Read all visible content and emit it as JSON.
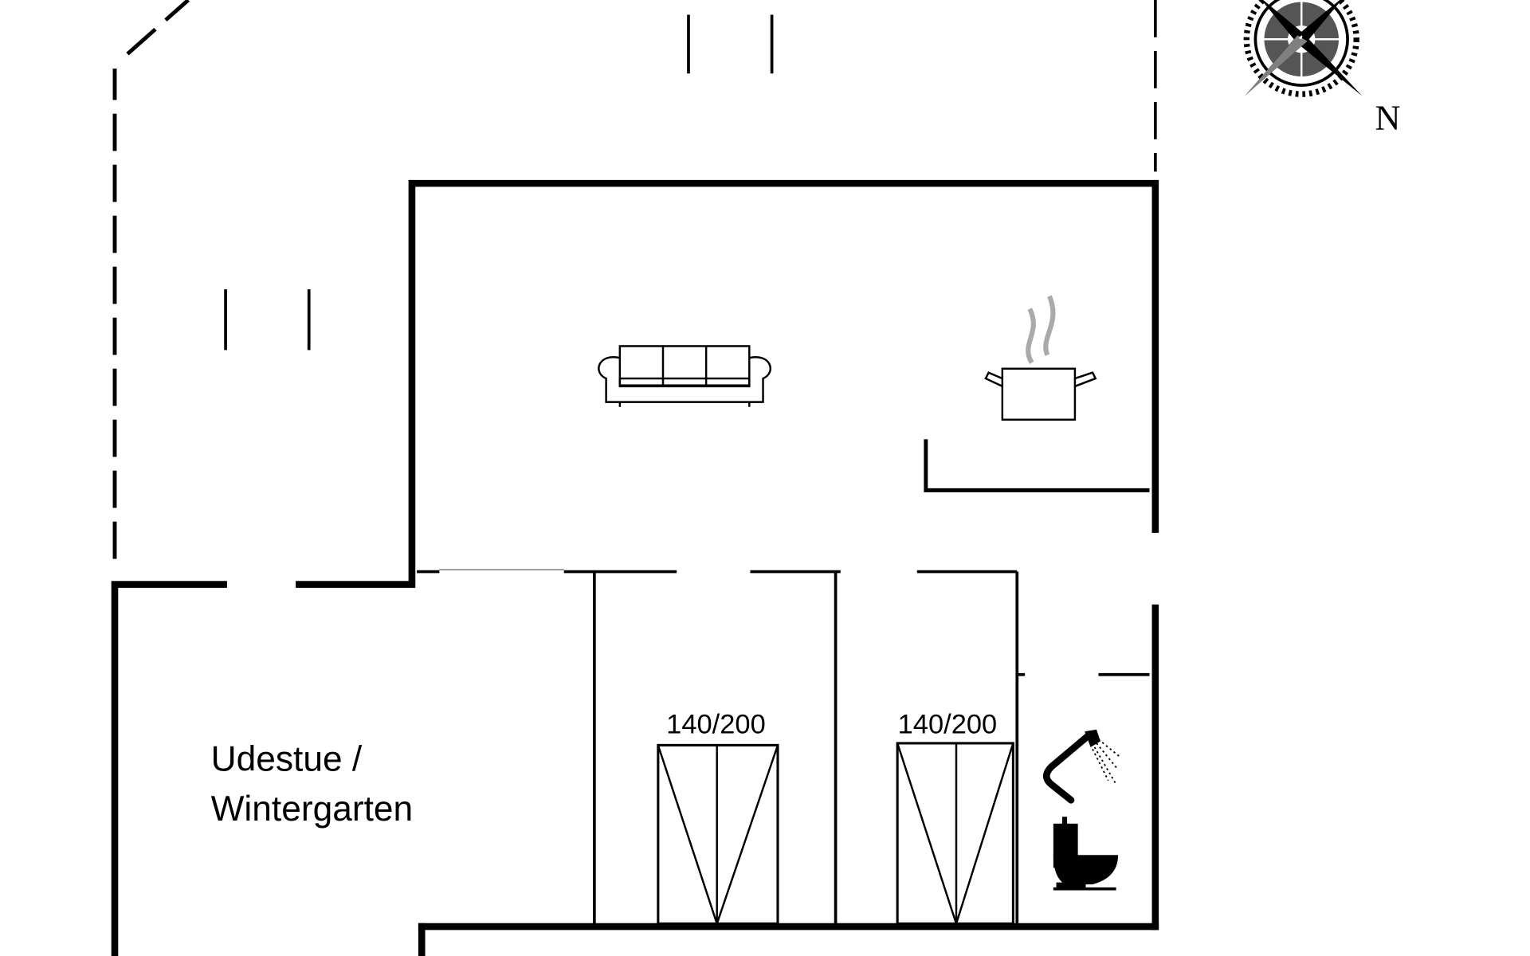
{
  "plan": {
    "rooms": [
      {
        "label_line1": "Udestue /",
        "label_line2": "Wintergarten"
      }
    ],
    "beds": [
      {
        "size": "140/200"
      },
      {
        "size": "140/200"
      }
    ],
    "compass": {
      "north_label": "N"
    },
    "icons": [
      "sofa-icon",
      "cooking-pot-icon",
      "shower-icon",
      "toilet-icon",
      "compass-rose-icon"
    ]
  }
}
